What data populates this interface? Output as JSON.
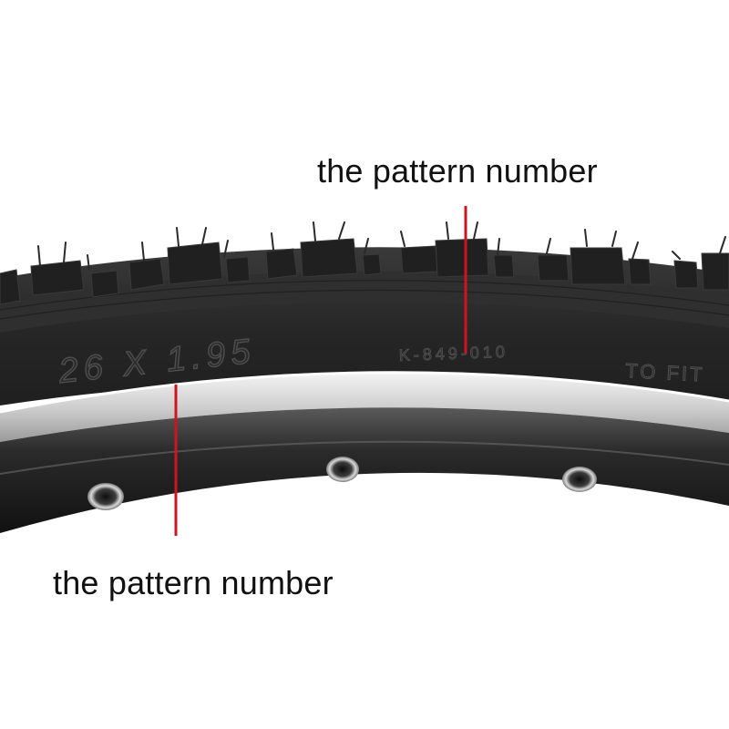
{
  "tire": {
    "size_marking": "26 X 1.95",
    "pattern_marking": "K-849-010",
    "fit_marking": "TO FIT"
  },
  "annotations": {
    "top_label": "the pattern number",
    "bottom_label": "the pattern number"
  },
  "colors": {
    "background": "#ffffff",
    "tire_rubber": "#262626",
    "rim_silver": "#e6e6e6",
    "rim_dark": "#1c1c1c",
    "annotation_line": "#d0141e",
    "label_text": "#111111"
  }
}
